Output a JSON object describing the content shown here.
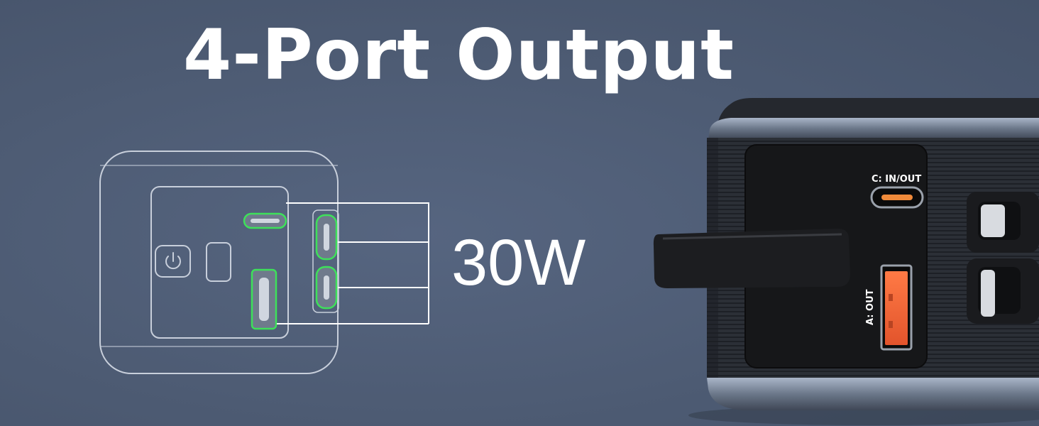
{
  "headline": "4-Port Output",
  "power_label": "30W",
  "ports": {
    "c_label": "C: IN/OUT",
    "a_label": "A: OUT"
  },
  "colors": {
    "background": "#4f5d76",
    "highlight": "#3ee05a",
    "usb_a_accent": "#f26a3d",
    "usb_c_accent": "#f08a3a"
  },
  "icons": [
    "power-icon",
    "usb-c-port-icon",
    "usb-a-port-icon"
  ]
}
